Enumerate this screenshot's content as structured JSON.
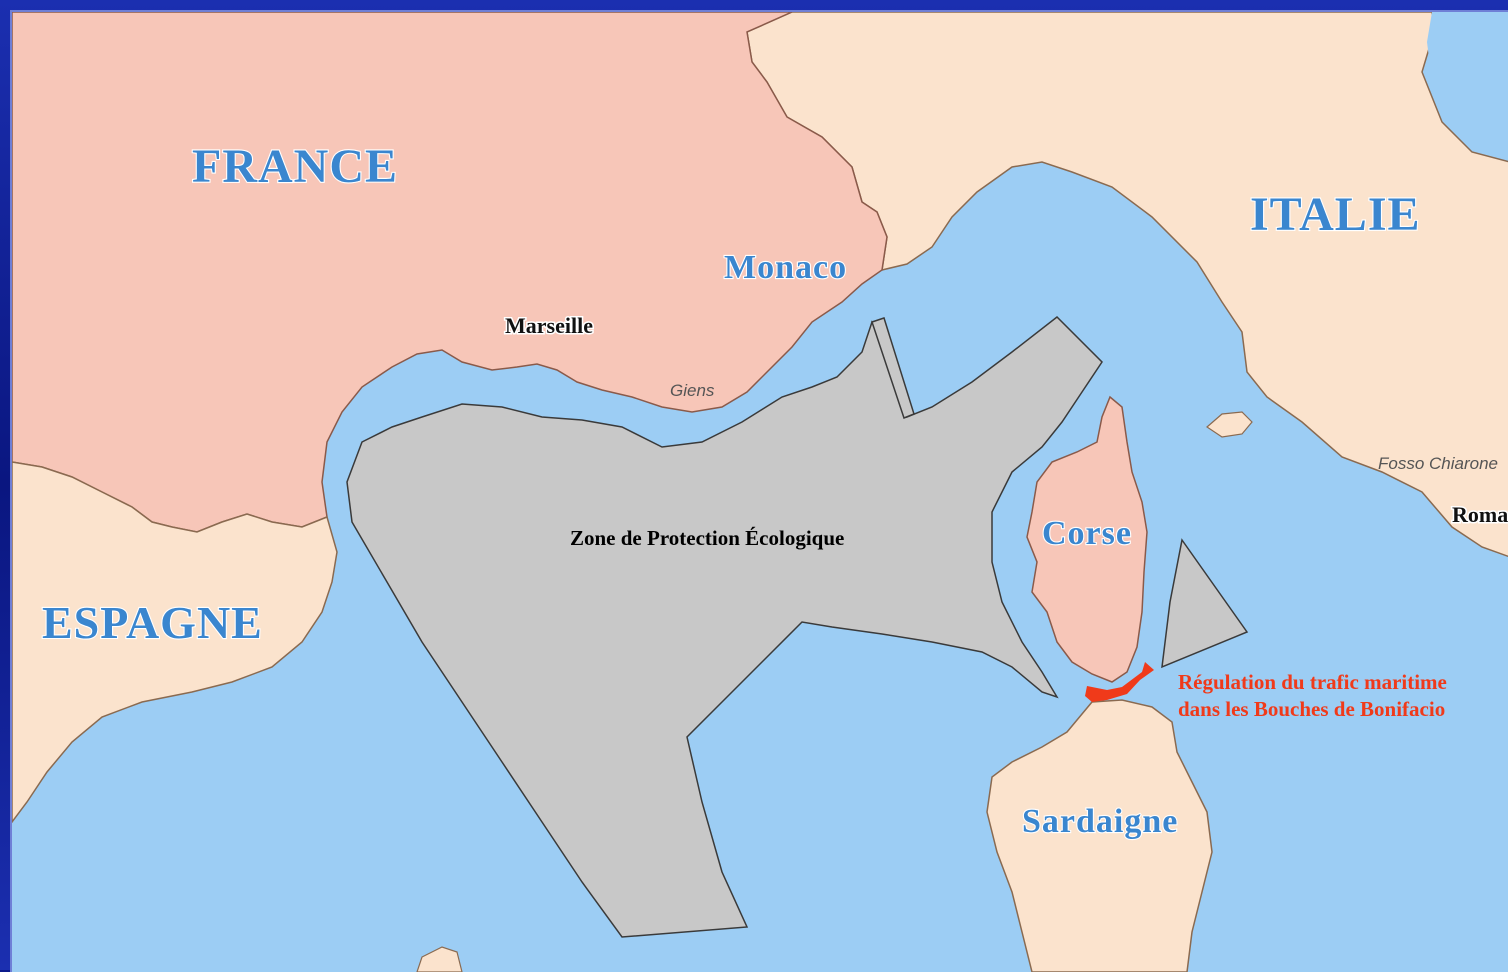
{
  "map": {
    "colors": {
      "sea": "#9ccdf4",
      "france": "#f7c6b8",
      "neighbor_land": "#fbe3cd",
      "corsica": "#f7c6b8",
      "zone": "#c8c8c8",
      "zone_outline": "#3a3a3a",
      "regulation": "#f03a1a",
      "frame": "#0b1a8c"
    },
    "countries": {
      "france": "FRANCE",
      "italie": "ITALIE",
      "espagne": "ESPAGNE"
    },
    "regions": {
      "monaco": "Monaco",
      "corse": "Corse",
      "sardaigne": "Sardaigne"
    },
    "cities": {
      "marseille": "Marseille",
      "roma": "Roma",
      "giens": "Giens",
      "fosso": "Fosso Chiarone"
    },
    "zone_label": "Zone de Protection Écologique",
    "regulation": {
      "line1": "Régulation du trafic maritime",
      "line2": "dans les Bouches de Bonifacio"
    }
  }
}
